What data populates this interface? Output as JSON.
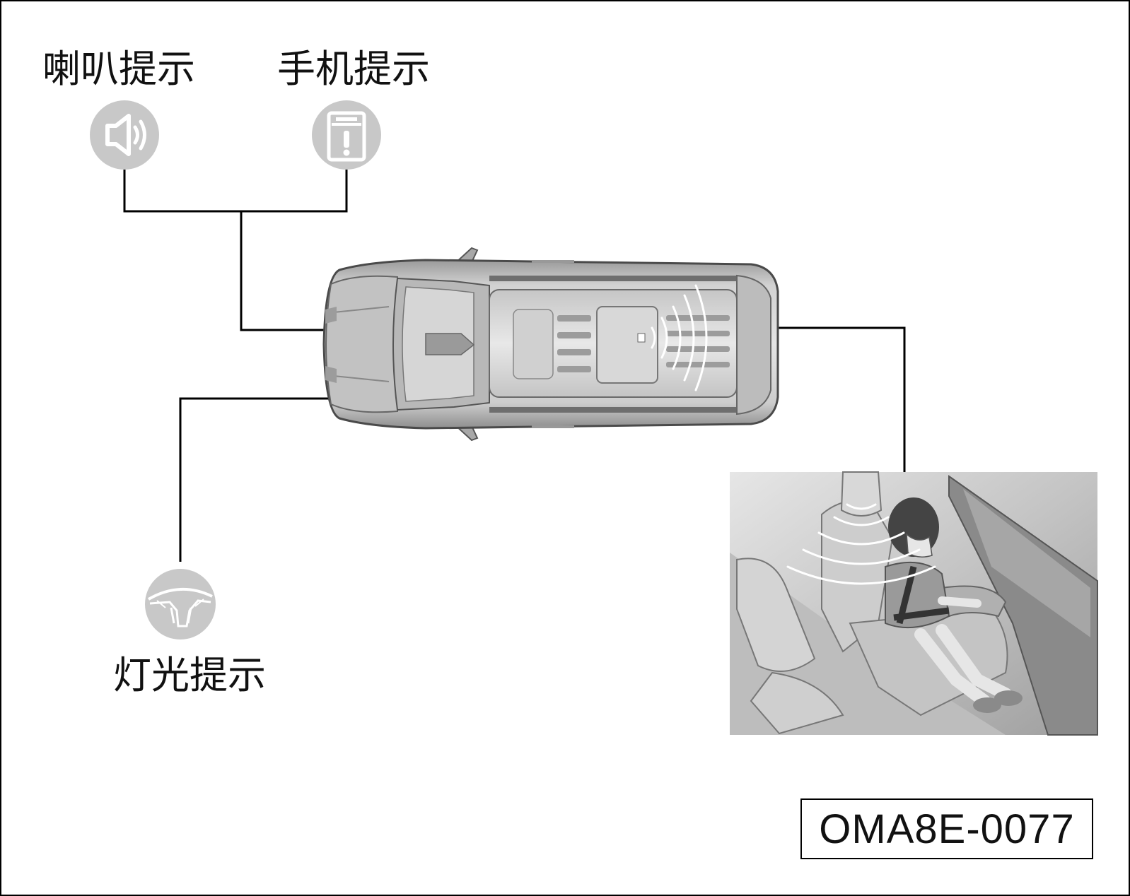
{
  "labels": {
    "horn": "喇叭提示",
    "phone": "手机提示",
    "light": "灯光提示"
  },
  "figure_code": "OMA8E-0077",
  "icons": {
    "horn": "speaker-icon",
    "phone": "phone-alert-icon",
    "light": "steering-wheel-icon"
  },
  "colors": {
    "icon_circle": "#c8c8c8",
    "icon_glyph": "#ffffff",
    "car_body": "#b4b4b4",
    "line": "#000000"
  }
}
